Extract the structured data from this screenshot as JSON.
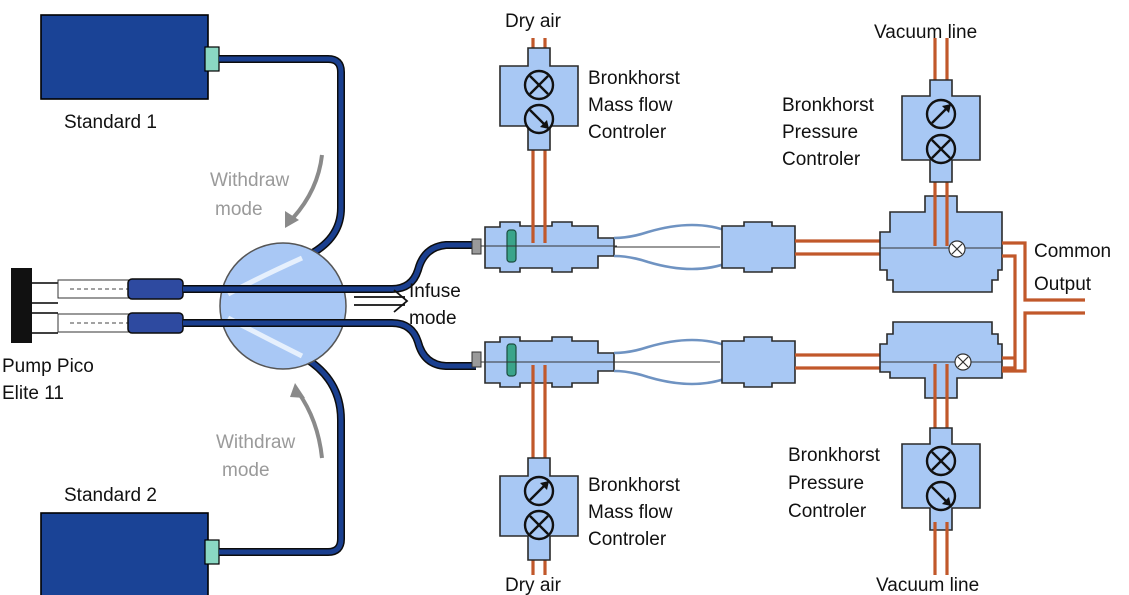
{
  "labels": {
    "standard1": "Standard 1",
    "standard2": "Standard 2",
    "pump_line1": "Pump Pico",
    "pump_line2": "Elite 11",
    "withdraw_top_line1": "Withdraw",
    "withdraw_top_line2": "mode",
    "withdraw_bottom_line1": "Withdraw",
    "withdraw_bottom_line2": "mode",
    "infuse_line1": "Infuse",
    "infuse_line2": "mode",
    "dry_air_top": "Dry air",
    "dry_air_bottom": "Dry air",
    "mfc_top_line1": "Bronkhorst",
    "mfc_top_line2": "Mass flow",
    "mfc_top_line3": "Controler",
    "mfc_bottom_line1": "Bronkhorst",
    "mfc_bottom_line2": "Mass flow",
    "mfc_bottom_line3": "Controler",
    "vacuum_top": "Vacuum line",
    "vacuum_bottom": "Vacuum line",
    "pc_top_line1": "Bronkhorst",
    "pc_top_line2": "Pressure",
    "pc_top_line3": "Controler",
    "pc_bottom_line1": "Bronkhorst",
    "pc_bottom_line2": "Pressure",
    "pc_bottom_line3": "Controler",
    "common_line1": "Common",
    "common_line2": "Output"
  },
  "colors": {
    "standard_bottle": "#1a4396",
    "tube_blue": "#1a3f8f",
    "tube_orange": "#c1582a",
    "fitting": "#a8c8f4",
    "valve_disc": "#a9c8f5",
    "capillary": "#6f93c2",
    "ferrule_green": "#3aa48a",
    "pump_body": "#111111",
    "syringe_plunger": "#2e4aa0",
    "arrow_grey": "#8a8a8a"
  }
}
